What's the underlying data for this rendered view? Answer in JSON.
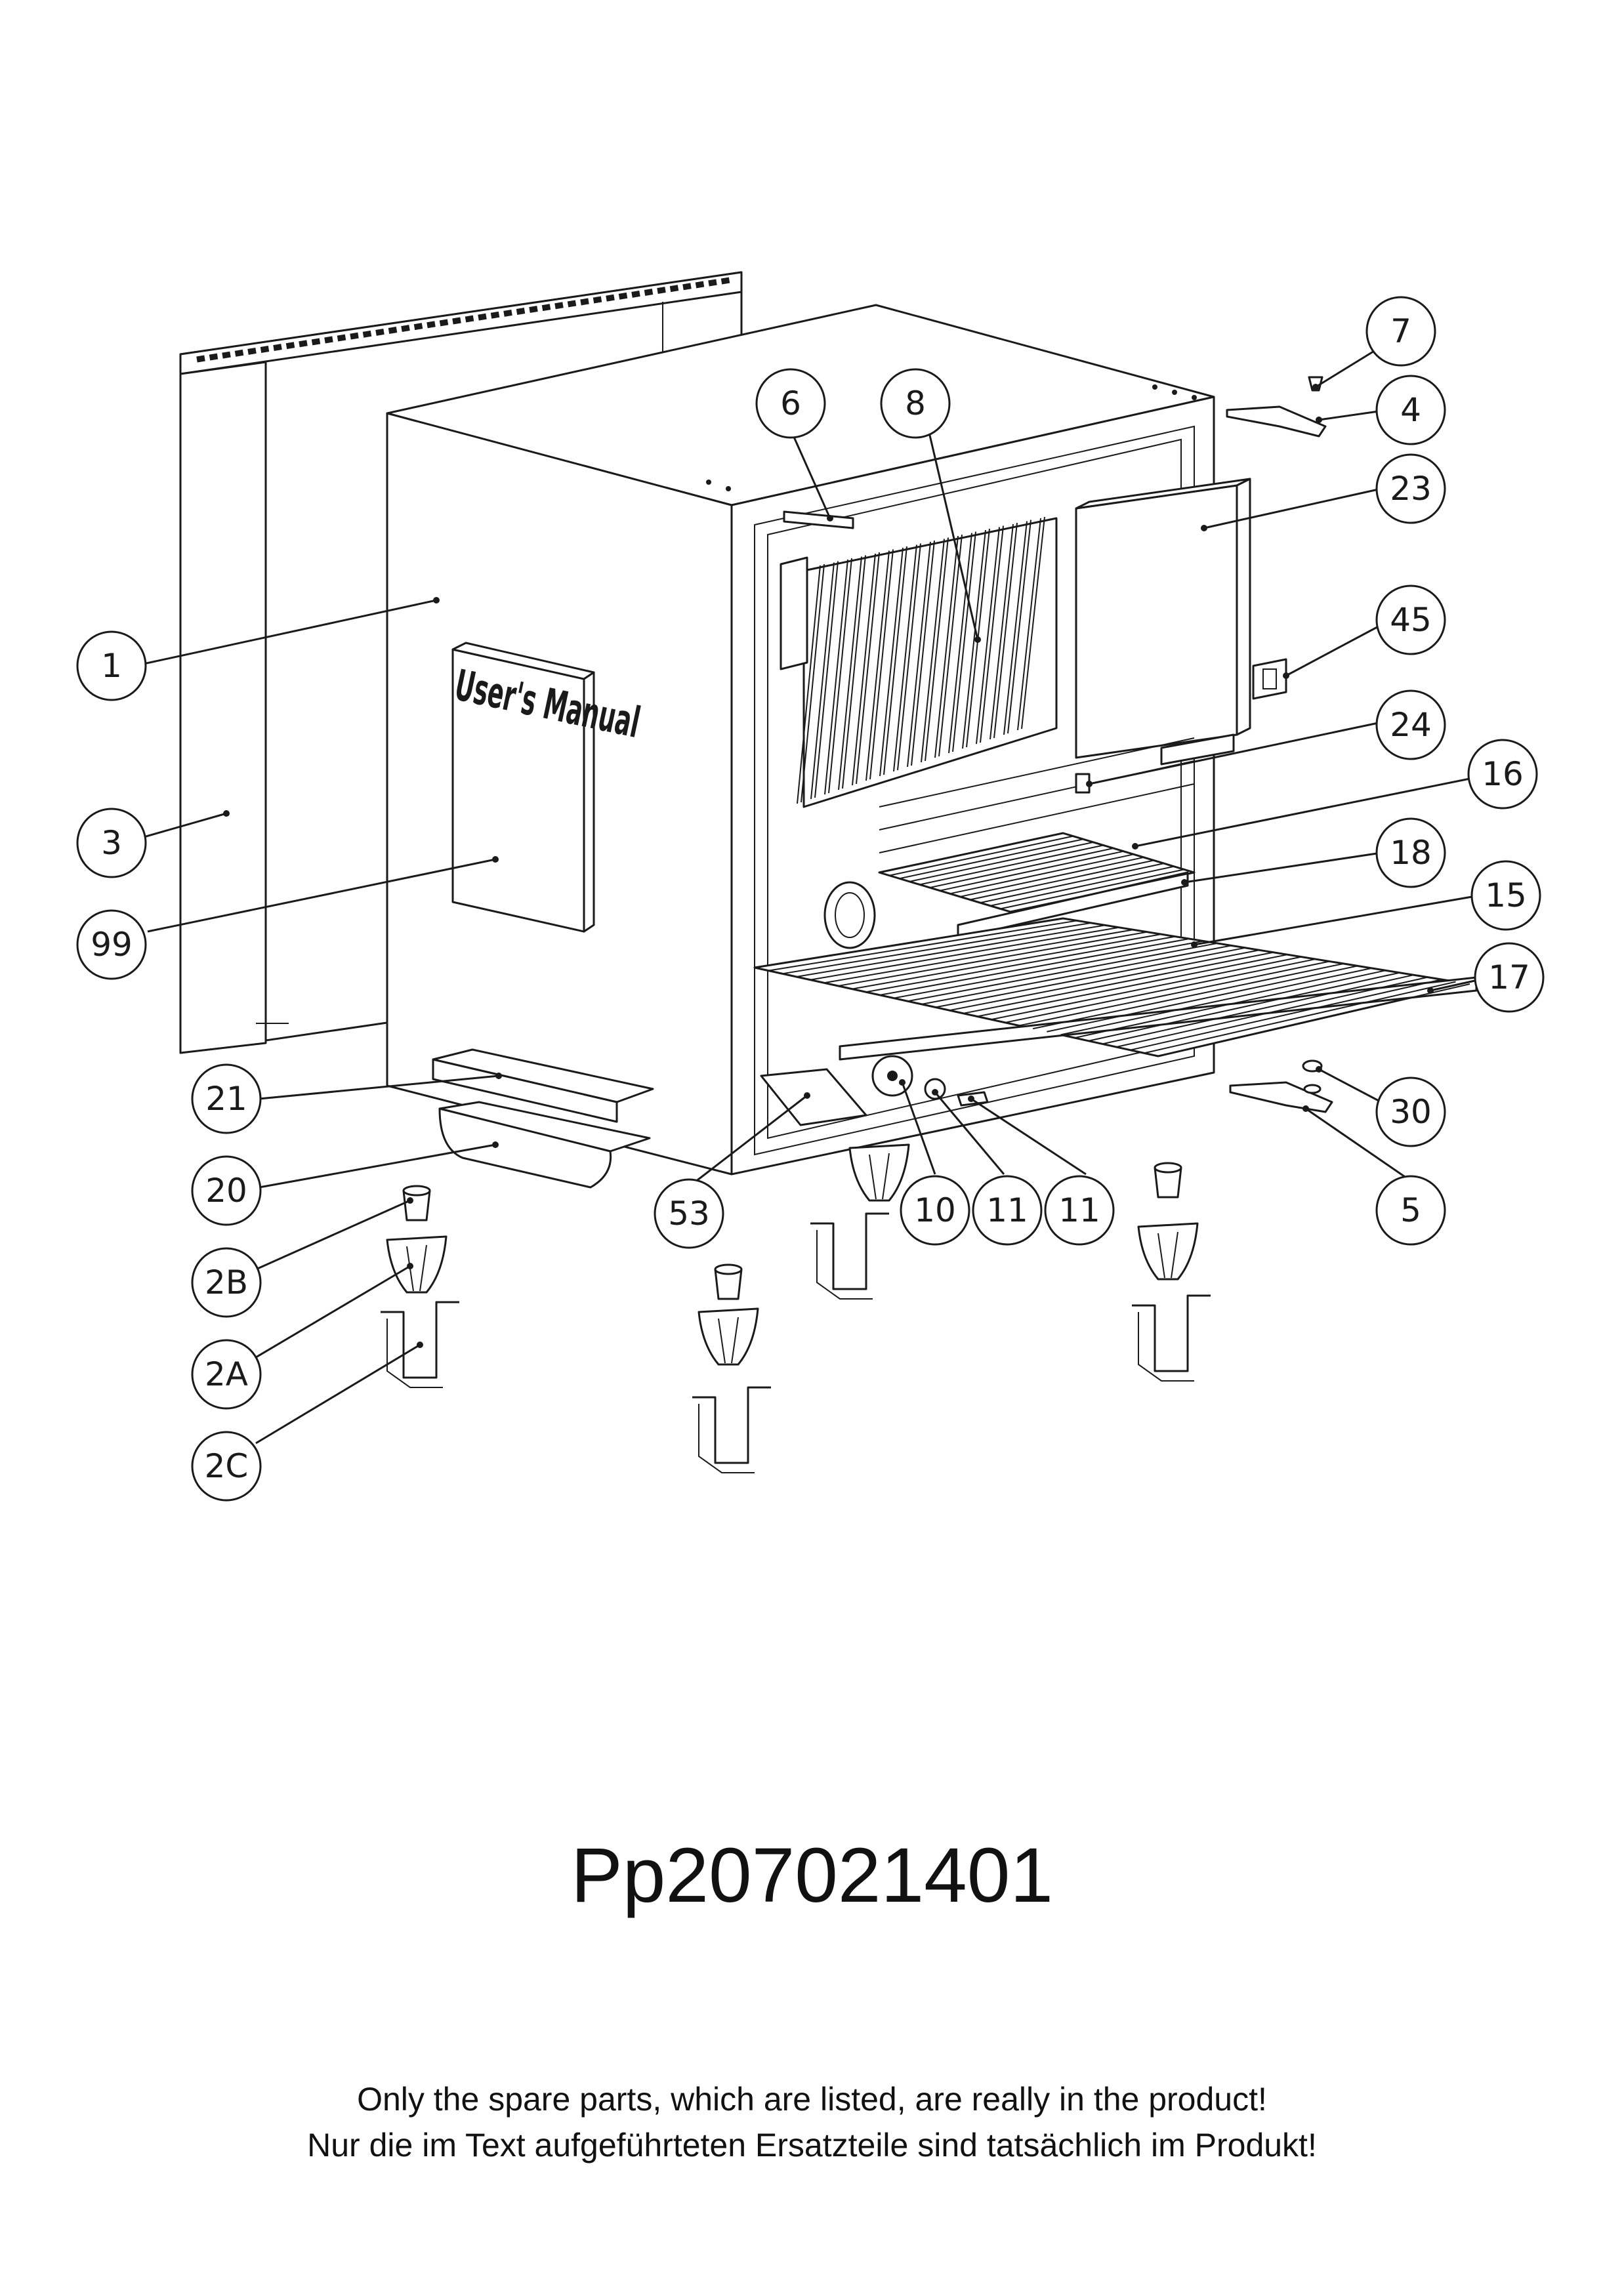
{
  "diagram": {
    "manual_label": "User's Manual",
    "callouts": [
      "7",
      "4",
      "6",
      "8",
      "23",
      "45",
      "24",
      "16",
      "18",
      "15",
      "17",
      "1",
      "3",
      "99",
      "21",
      "30",
      "20",
      "53",
      "10",
      "11",
      "11",
      "5",
      "2B",
      "2A",
      "2C"
    ]
  },
  "document": {
    "code": "Pp207021401",
    "note_en": "Only the spare parts, which are listed, are really in the product!",
    "note_de": "Nur die im Text aufgeführteten Ersatzteile sind tatsächlich im Produkt!"
  }
}
